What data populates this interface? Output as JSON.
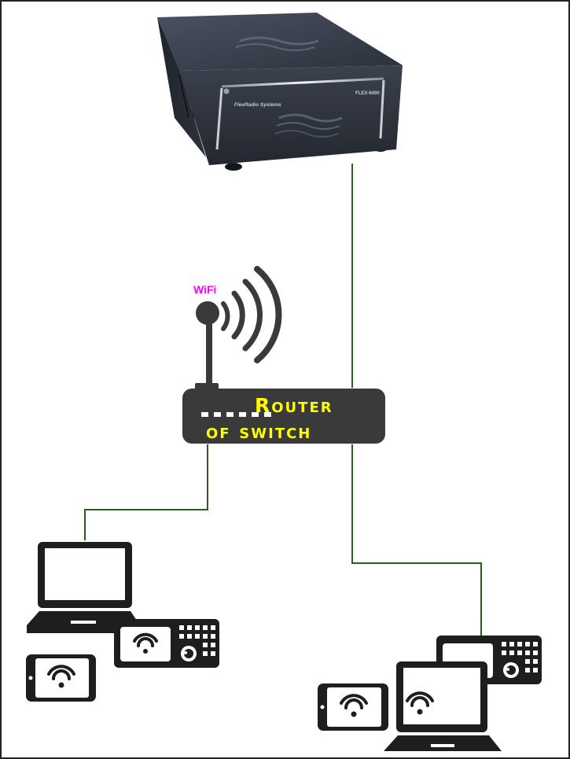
{
  "radio": {
    "brand": "FlexRadio Systems",
    "model": "FLEX-6400"
  },
  "router": {
    "wifi_label": "WiFi",
    "line1": "Router",
    "line2": "of switch"
  },
  "colors": {
    "cable": "#2d5a1e",
    "device": "#1e1e1e",
    "router_body": "#3a3a3a",
    "router_text": "#ffff00",
    "wifi_label": "#ff00ff"
  }
}
